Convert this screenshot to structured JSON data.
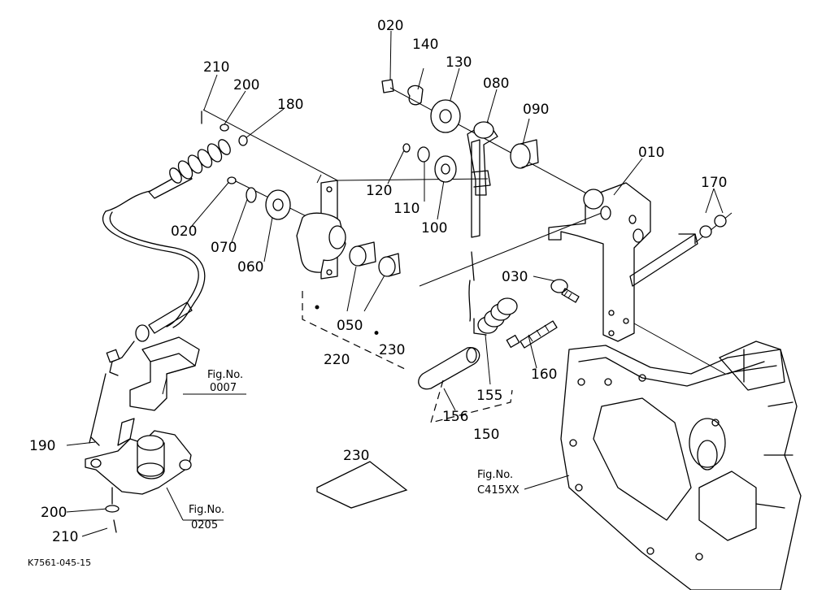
{
  "part_labels": {
    "p020a": "020",
    "p140": "140",
    "p130": "130",
    "p080": "080",
    "p090": "090",
    "p210a": "210",
    "p200a": "200",
    "p180": "180",
    "p010": "010",
    "p120": "120",
    "p110": "110",
    "p100": "100",
    "p170": "170",
    "p020b": "020",
    "p070": "070",
    "p060": "060",
    "p030": "030",
    "p050": "050",
    "p230a": "230",
    "p220": "220",
    "p160": "160",
    "p155": "155",
    "p156": "156",
    "p150": "150",
    "p230b": "230",
    "p190": "190",
    "p200b": "200",
    "p210b": "210",
    "dot": "•"
  },
  "figure_refs": [
    {
      "title": "Fig.No.",
      "number": "0007"
    },
    {
      "title": "Fig.No.",
      "number": "0205"
    },
    {
      "title": "Fig.No.",
      "number": "C415XX"
    }
  ],
  "drawing_code": "K7561-045-15"
}
